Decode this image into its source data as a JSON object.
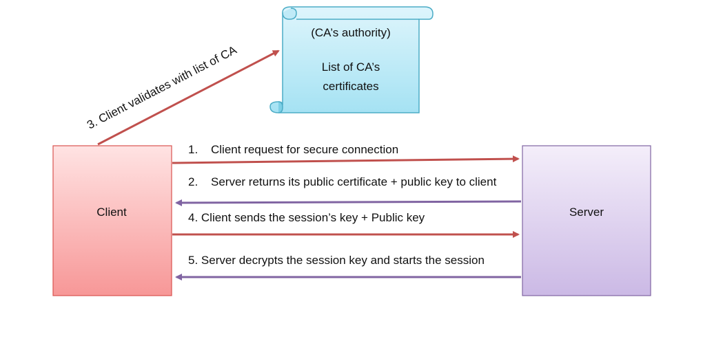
{
  "nodes": {
    "client": {
      "label": "Client"
    },
    "server": {
      "label": "Server"
    },
    "ca_scroll": {
      "title": "(CA’s authority)",
      "line1": "List of CA’s",
      "line2": "certificates"
    }
  },
  "edges": {
    "step1": {
      "num": "1.",
      "text": "Client request for secure connection"
    },
    "step2": {
      "num": "2.",
      "text": "Server returns its public certificate + public key to client"
    },
    "step3": {
      "text": "3. Client validates with list of CA"
    },
    "step4": {
      "text": "4. Client sends the session’s key + Public key"
    },
    "step5": {
      "text": "5. Server decrypts the session key and starts the session"
    }
  },
  "colors": {
    "arrow_red": "#c0504d",
    "arrow_purple": "#8064a2",
    "client_fill_top": "#ffe0e0",
    "client_fill_bottom": "#f79b9b",
    "client_stroke": "#d9534f",
    "server_fill_top": "#f2ecf8",
    "server_fill_bottom": "#cdbde6",
    "server_stroke": "#8064a2",
    "scroll_fill_top": "#d7f3fb",
    "scroll_fill_bottom": "#a8e4f4",
    "scroll_stroke": "#4bacc6"
  }
}
